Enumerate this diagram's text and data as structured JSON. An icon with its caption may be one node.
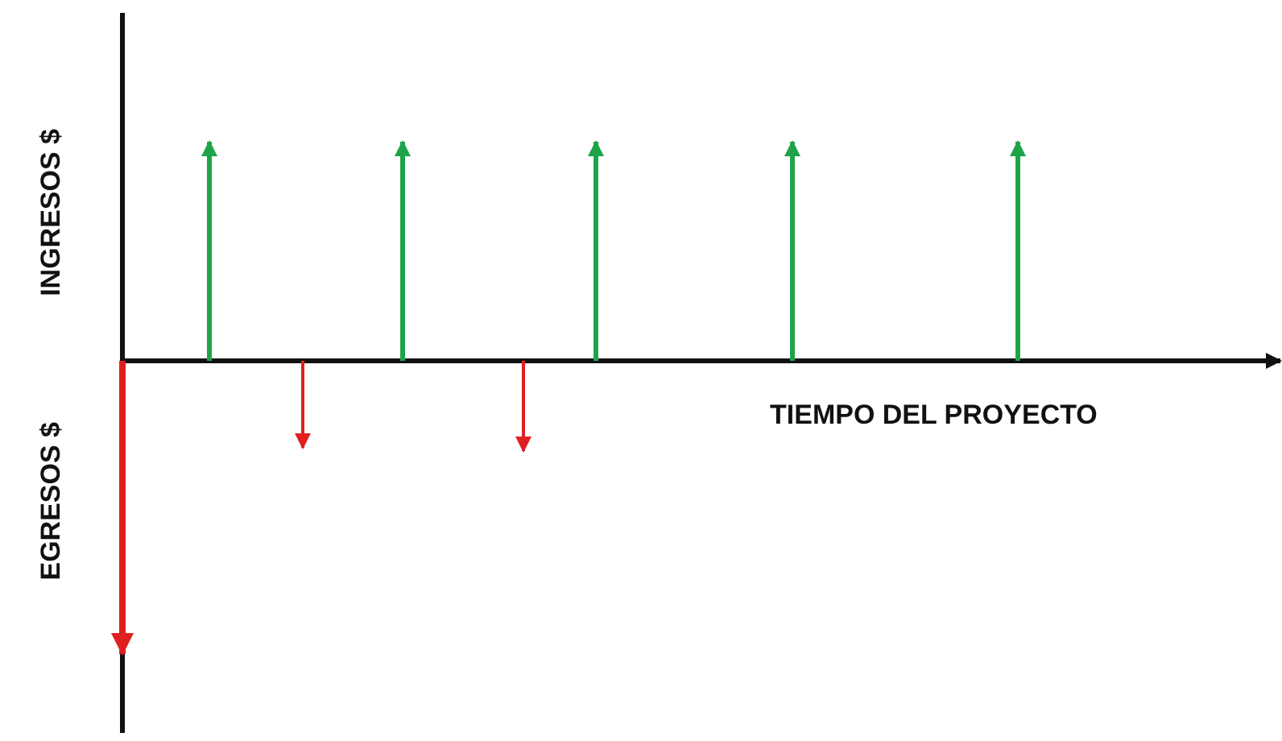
{
  "diagram": {
    "labels": [
      "INGRESOS $",
      "EGRESOS $",
      "TIEMPO DEL PROYECTO"
    ]
  }
}
